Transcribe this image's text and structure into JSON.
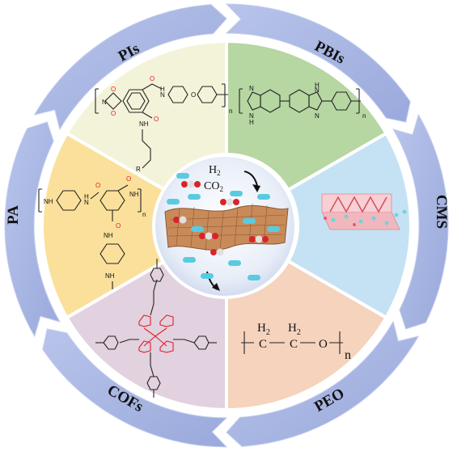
{
  "center": {
    "gas_h2": "H",
    "gas_h2_sub": "2",
    "gas_co2": "CO",
    "gas_co2_sub": "2"
  },
  "segments": [
    {
      "id": "pis",
      "label": "PIs",
      "color": "#f3f3d9"
    },
    {
      "id": "pbis",
      "label": "PBIs",
      "color": "#b6d6a2"
    },
    {
      "id": "cms",
      "label": "CMS",
      "color": "#c5e2f4"
    },
    {
      "id": "peo",
      "label": "PEO",
      "color": "#f6d3bd"
    },
    {
      "id": "cofs",
      "label": "COFs",
      "color": "#e2d1de"
    },
    {
      "id": "pa",
      "label": "PA",
      "color": "#fbe09b"
    }
  ],
  "peo_formula": {
    "h2_left": "H",
    "h2_left_sub": "2",
    "c_left": "C",
    "h2_right": "H",
    "h2_right_sub": "2",
    "c_right": "C",
    "o": "O",
    "n": "n"
  },
  "colors": {
    "ring": "#a9b7e2",
    "ring_dark": "#8f9fd3",
    "arrow": "#c2cdef"
  }
}
